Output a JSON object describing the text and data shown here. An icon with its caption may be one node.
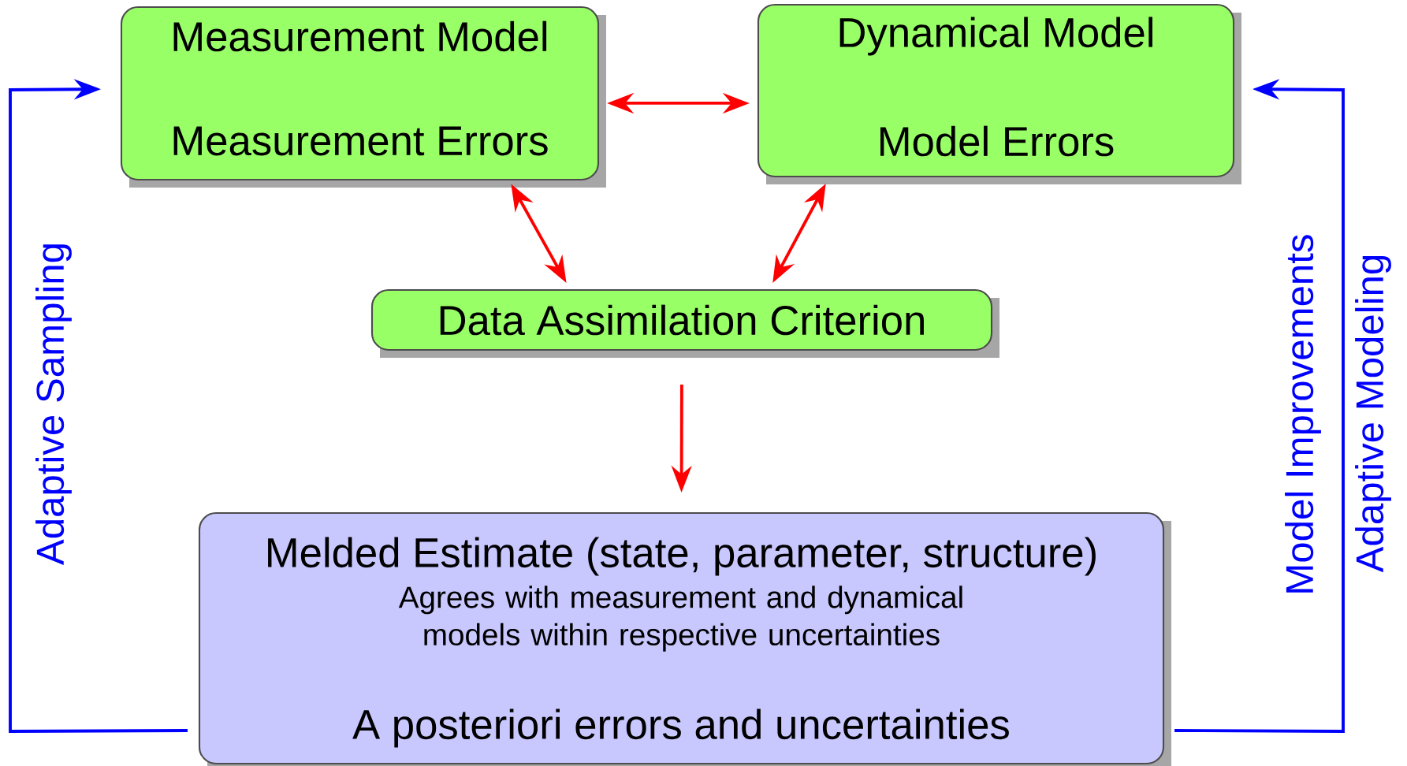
{
  "diagram": {
    "nodes": [
      {
        "text": [
          "Measurement Model",
          "Measurement Errors"
        ]
      },
      {
        "text": [
          "Dynamical Model",
          "Model Errors"
        ]
      },
      {
        "text": [
          "Data Assimilation Criterion"
        ]
      },
      {
        "text": [
          "Melded Estimate (state, parameter, structure)",
          "Agrees with measurement and dynamical models within respective uncertainties",
          "A posteriori errors and uncertainties"
        ]
      }
    ],
    "edges": [
      {
        "from": 0,
        "to": 1,
        "arrow": "both"
      },
      {
        "from": 0,
        "to": 2,
        "arrow": "both"
      },
      {
        "from": 1,
        "to": 2,
        "arrow": "both"
      },
      {
        "from": 2,
        "to": 3,
        "arrow": "to"
      },
      {
        "from": 3,
        "to": 0,
        "arrow": "to",
        "label": "Adaptive Sampling",
        "color": "#0000ff"
      },
      {
        "from": 3,
        "to": 1,
        "arrow": "to",
        "label": "Adaptive Modeling",
        "color": "#0000ff"
      }
    ],
    "labels": [
      "Model Improvements"
    ]
  }
}
